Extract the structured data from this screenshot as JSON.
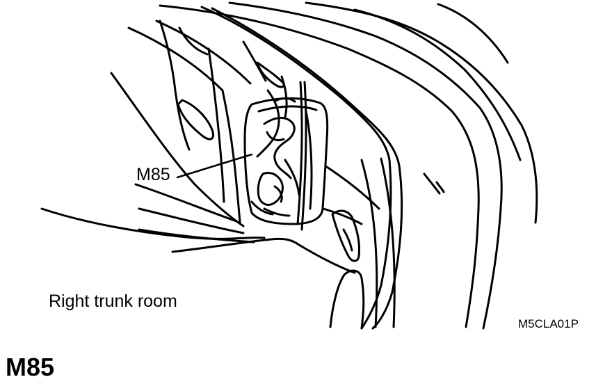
{
  "figure": {
    "callout_label": "M85",
    "location_caption": "Right trunk room",
    "figure_code": "M5CLA01P",
    "connector_title": "M85",
    "line_color": "#000000",
    "background_color": "#ffffff"
  }
}
